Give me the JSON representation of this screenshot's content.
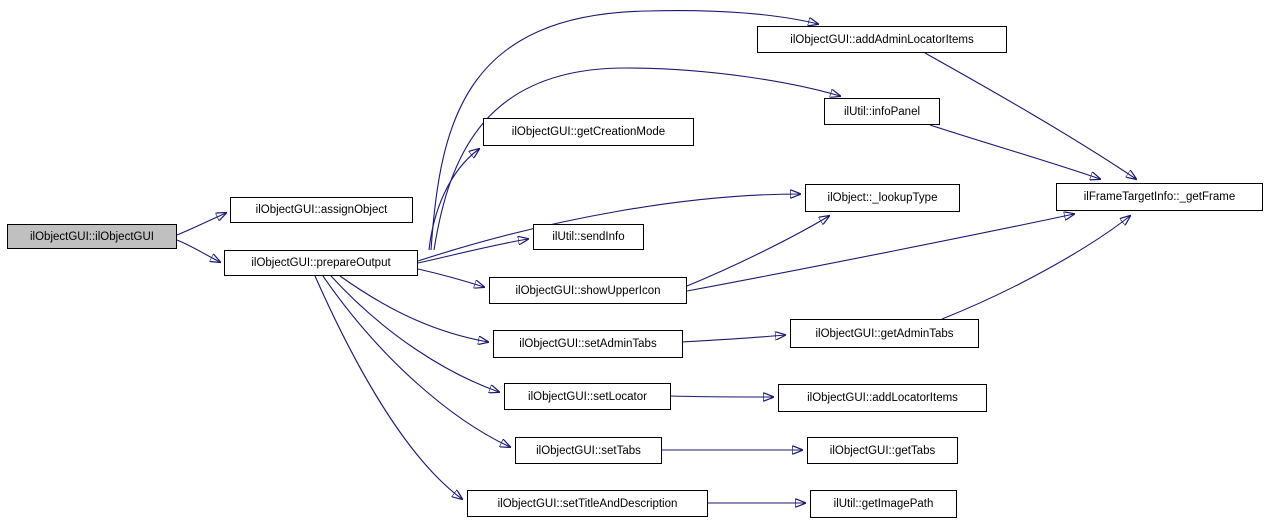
{
  "diagram": {
    "type": "call-graph",
    "colors": {
      "background": "#ffffff",
      "edge": "#191970",
      "node_border": "#000000",
      "node_fill": "#ffffff",
      "root_node_fill": "#c0c0c0",
      "text": "#000000"
    },
    "nodes": [
      {
        "id": "ilObjectGUI-ilObjectGUI",
        "label": "ilObjectGUI::ilObjectGUI",
        "root": true
      },
      {
        "id": "assignObject",
        "label": "ilObjectGUI::assignObject",
        "root": false
      },
      {
        "id": "prepareOutput",
        "label": "ilObjectGUI::prepareOutput",
        "root": false
      },
      {
        "id": "getCreationMode",
        "label": "ilObjectGUI::getCreationMode",
        "root": false
      },
      {
        "id": "sendInfo",
        "label": "ilUtil::sendInfo",
        "root": false
      },
      {
        "id": "showUpperIcon",
        "label": "ilObjectGUI::showUpperIcon",
        "root": false
      },
      {
        "id": "setAdminTabs",
        "label": "ilObjectGUI::setAdminTabs",
        "root": false
      },
      {
        "id": "setLocator",
        "label": "ilObjectGUI::setLocator",
        "root": false
      },
      {
        "id": "setTabs",
        "label": "ilObjectGUI::setTabs",
        "root": false
      },
      {
        "id": "setTitleAndDescription",
        "label": "ilObjectGUI::setTitleAndDescription",
        "root": false
      },
      {
        "id": "addAdminLocatorItems",
        "label": "ilObjectGUI::addAdminLocatorItems",
        "root": false
      },
      {
        "id": "infoPanel",
        "label": "ilUtil::infoPanel",
        "root": false
      },
      {
        "id": "lookupType",
        "label": "ilObject::_lookupType",
        "root": false
      },
      {
        "id": "getAdminTabs",
        "label": "ilObjectGUI::getAdminTabs",
        "root": false
      },
      {
        "id": "addLocatorItems",
        "label": "ilObjectGUI::addLocatorItems",
        "root": false
      },
      {
        "id": "getTabs",
        "label": "ilObjectGUI::getTabs",
        "root": false
      },
      {
        "id": "getImagePath",
        "label": "ilUtil::getImagePath",
        "root": false
      },
      {
        "id": "getFrame",
        "label": "ilFrameTargetInfo::_getFrame",
        "root": false
      }
    ],
    "edges": [
      {
        "from": "ilObjectGUI-ilObjectGUI",
        "to": "assignObject"
      },
      {
        "from": "ilObjectGUI-ilObjectGUI",
        "to": "prepareOutput"
      },
      {
        "from": "prepareOutput",
        "to": "getCreationMode"
      },
      {
        "from": "prepareOutput",
        "to": "addAdminLocatorItems"
      },
      {
        "from": "prepareOutput",
        "to": "infoPanel"
      },
      {
        "from": "prepareOutput",
        "to": "lookupType"
      },
      {
        "from": "prepareOutput",
        "to": "sendInfo"
      },
      {
        "from": "prepareOutput",
        "to": "showUpperIcon"
      },
      {
        "from": "prepareOutput",
        "to": "setAdminTabs"
      },
      {
        "from": "prepareOutput",
        "to": "setLocator"
      },
      {
        "from": "prepareOutput",
        "to": "setTabs"
      },
      {
        "from": "prepareOutput",
        "to": "setTitleAndDescription"
      },
      {
        "from": "showUpperIcon",
        "to": "lookupType"
      },
      {
        "from": "showUpperIcon",
        "to": "getFrame"
      },
      {
        "from": "setAdminTabs",
        "to": "getAdminTabs"
      },
      {
        "from": "setLocator",
        "to": "addLocatorItems"
      },
      {
        "from": "setTabs",
        "to": "getTabs"
      },
      {
        "from": "setTitleAndDescription",
        "to": "getImagePath"
      },
      {
        "from": "addAdminLocatorItems",
        "to": "getFrame"
      },
      {
        "from": "infoPanel",
        "to": "getFrame"
      },
      {
        "from": "getAdminTabs",
        "to": "getFrame"
      }
    ]
  }
}
